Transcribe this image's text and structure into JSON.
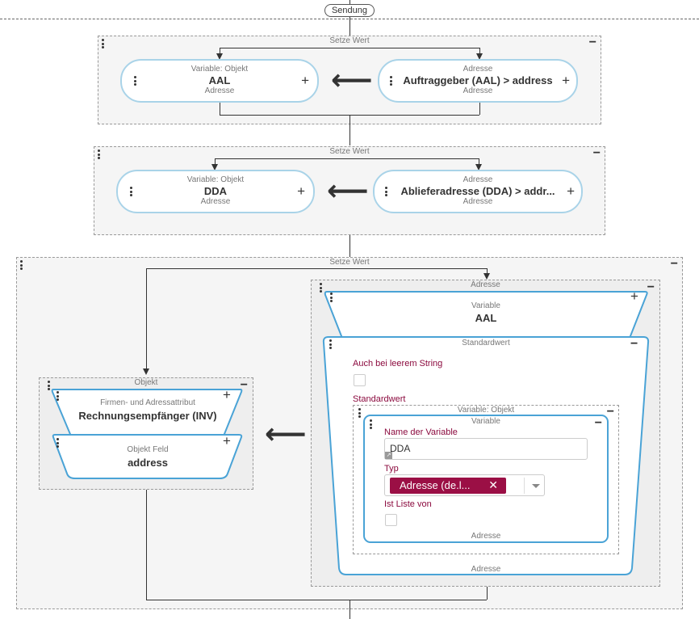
{
  "top": {
    "sendung_label": "Sendung"
  },
  "block1": {
    "title": "Setze Wert",
    "left": {
      "label": "Variable: Objekt",
      "value": "AAL",
      "sub": "Adresse"
    },
    "right": {
      "label": "Adresse",
      "value": "Auftraggeber (AAL) > address",
      "sub": "Adresse"
    }
  },
  "block2": {
    "title": "Setze Wert",
    "left": {
      "label": "Variable: Objekt",
      "value": "DDA",
      "sub": "Adresse"
    },
    "right": {
      "label": "Adresse",
      "value": "Ablieferadresse (DDA) > addr...",
      "sub": "Adresse"
    }
  },
  "block3": {
    "title": "Setze Wert",
    "objekt": {
      "title": "Objekt",
      "attr": {
        "label": "Firmen- und Adressattribut",
        "value": "Rechnungsempfänger (INV)"
      },
      "field": {
        "label": "Objekt Feld",
        "value": "address"
      }
    },
    "adresse": {
      "title": "Adresse",
      "footer": "Adresse",
      "variable": {
        "label": "Variable",
        "value": "AAL"
      },
      "standardwert": {
        "title": "Standardwert",
        "auch_label": "Auch bei leerem String",
        "std_label": "Standardwert",
        "varobj": {
          "title": "Variable: Objekt",
          "inner": {
            "title": "Variable",
            "name_label": "Name der Variable",
            "name_value": "DDA",
            "typ_label": "Typ",
            "typ_tag": "Adresse (de.l...",
            "liste_label": "Ist Liste von",
            "footer": "Adresse"
          }
        }
      }
    }
  },
  "colors": {
    "accent": "#4aa3d6",
    "pill_border": "#a9d3e8",
    "label_red": "#8b0a3e",
    "tag_bg": "#9b0f45"
  }
}
